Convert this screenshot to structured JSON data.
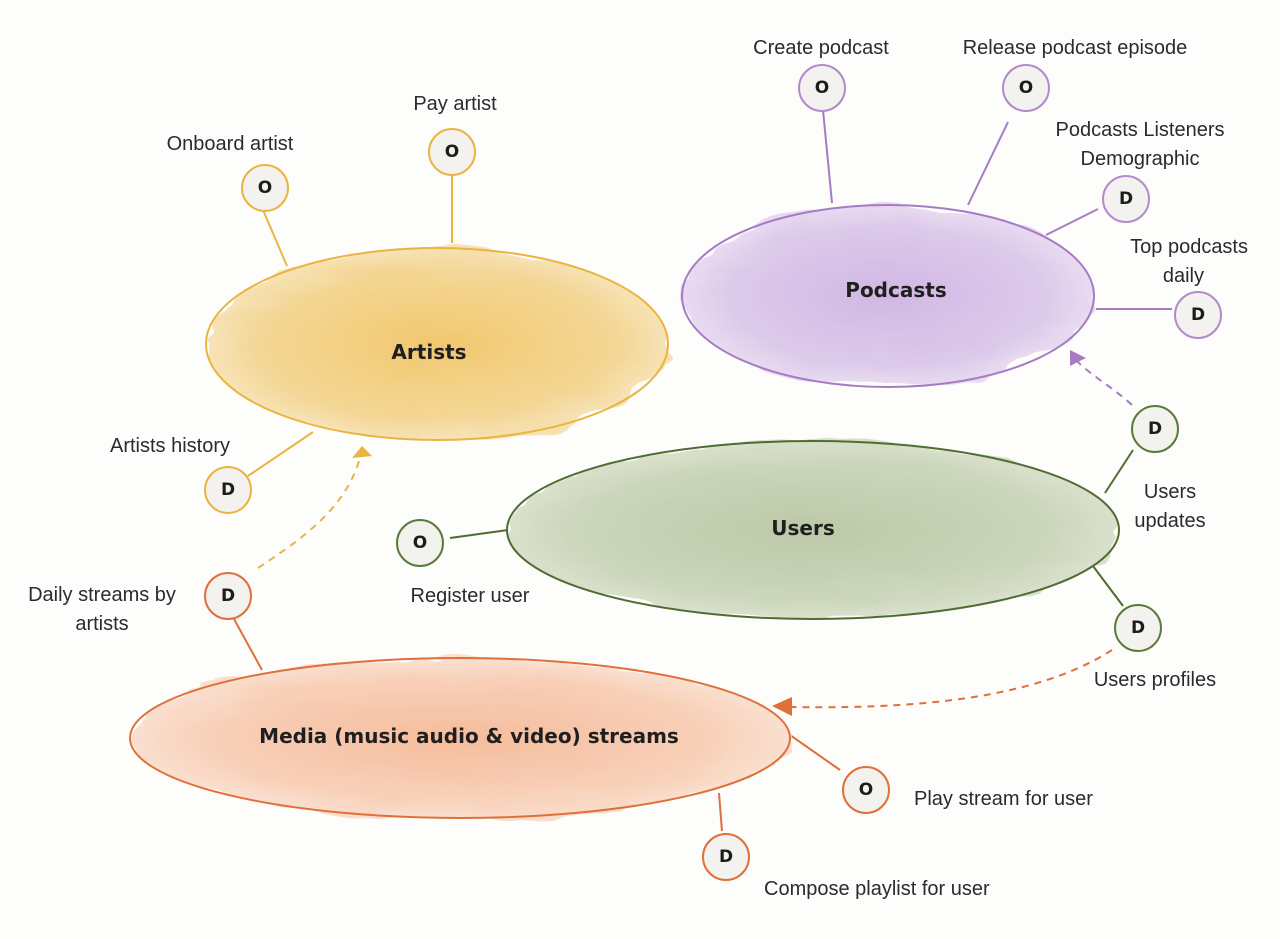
{
  "domains": {
    "artists": {
      "label": "Artists",
      "color": "#eab440",
      "fill": "#f4d68e"
    },
    "podcasts": {
      "label": "Podcasts",
      "color": "#a67bc4",
      "fill": "#d9c5e9"
    },
    "users": {
      "label": "Users",
      "color": "#4f6d30",
      "fill": "#c9d4b8"
    },
    "media": {
      "label": "Media (music audio & video) streams",
      "color": "#e0703a",
      "fill": "#f7cdb2"
    }
  },
  "nodes": {
    "onboard_artist": {
      "letter": "O",
      "label": "Onboard artist"
    },
    "pay_artist": {
      "letter": "O",
      "label": "Pay artist"
    },
    "artists_history": {
      "letter": "D",
      "label": "Artists history"
    },
    "create_podcast": {
      "letter": "O",
      "label": "Create podcast"
    },
    "release_episode": {
      "letter": "O",
      "label": "Release podcast episode"
    },
    "podcasts_demographic": {
      "letter": "D",
      "label_line1": "Podcasts Listeners",
      "label_line2": "Demographic"
    },
    "top_podcasts": {
      "letter": "D",
      "label_line1": "Top podcasts",
      "label_line2": "daily"
    },
    "users_updates": {
      "letter": "D",
      "label_line1": "Users",
      "label_line2": "updates"
    },
    "register_user": {
      "letter": "O",
      "label": "Register user"
    },
    "users_profiles": {
      "letter": "D",
      "label": "Users profiles"
    },
    "daily_streams": {
      "letter": "D",
      "label_line1": "Daily streams by",
      "label_line2": "artists"
    },
    "play_stream": {
      "letter": "O",
      "label": "Play stream for user"
    },
    "compose_playlist": {
      "letter": "D",
      "label": "Compose playlist for user"
    }
  }
}
